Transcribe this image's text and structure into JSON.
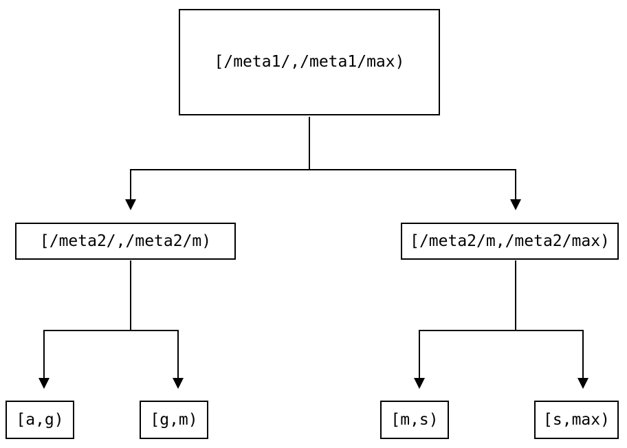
{
  "nodes": {
    "root": {
      "label": "[/meta1/,/meta1/max)"
    },
    "left_child": {
      "label": "[/meta2/,/meta2/m)"
    },
    "right_child": {
      "label": "[/meta2/m,/meta2/max)"
    },
    "leaf_ag": {
      "label": "[a,g)"
    },
    "leaf_gm": {
      "label": "[g,m)"
    },
    "leaf_ms": {
      "label": "[m,s)"
    },
    "leaf_smax": {
      "label": "[s,max)"
    }
  },
  "colors": {
    "background": "#ffffff",
    "node_fill": "#ffffff",
    "border": "#000000",
    "line": "#000000",
    "text": "#000000"
  }
}
